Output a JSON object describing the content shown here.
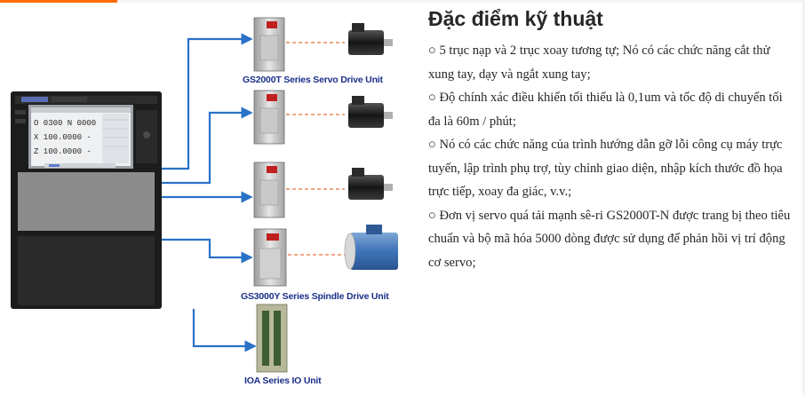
{
  "captions": {
    "servo_drive": "GS2000T Series Servo Drive Unit",
    "spindle_drive": "GS3000Y Series Spindle Drive Unit",
    "io_unit": "IOA Series IO Unit"
  },
  "controller_screen": {
    "coord_o": "O 0300 N 0000",
    "coord_x": "X 100.0000 -",
    "coord_z": "Z 100.0000 -"
  },
  "spec": {
    "heading": "Đặc điểm kỹ thuật",
    "items": [
      "○ 5 trục nạp và 2 trục xoay tương tự; Nó có các chức năng cắt thử xung tay, dạy và ngắt xung tay;",
      "○ Độ chính xác điều khiển tối thiểu là 0,1um và tốc độ di chuyển tối đa là 60m / phút;",
      "○ Nó có các chức năng của trình hướng dẫn gỡ lỗi công cụ máy trực tuyến, lập trình phụ trợ, tùy chỉnh giao diện, nhập kích thước đồ họa trực tiếp, xoay đa giác, v.v.;",
      "○ Đơn vị servo quá tải mạnh sê-ri GS2000T-N được trang bị theo tiêu chuẩn và bộ mã hóa 5000 dòng được sử dụng để phản hồi vị trí động cơ servo;"
    ]
  },
  "colors": {
    "arrow": "#2a72c8",
    "dashed": "#e8703a",
    "caption": "#1b2f8a",
    "accent": "#ff6a00"
  }
}
